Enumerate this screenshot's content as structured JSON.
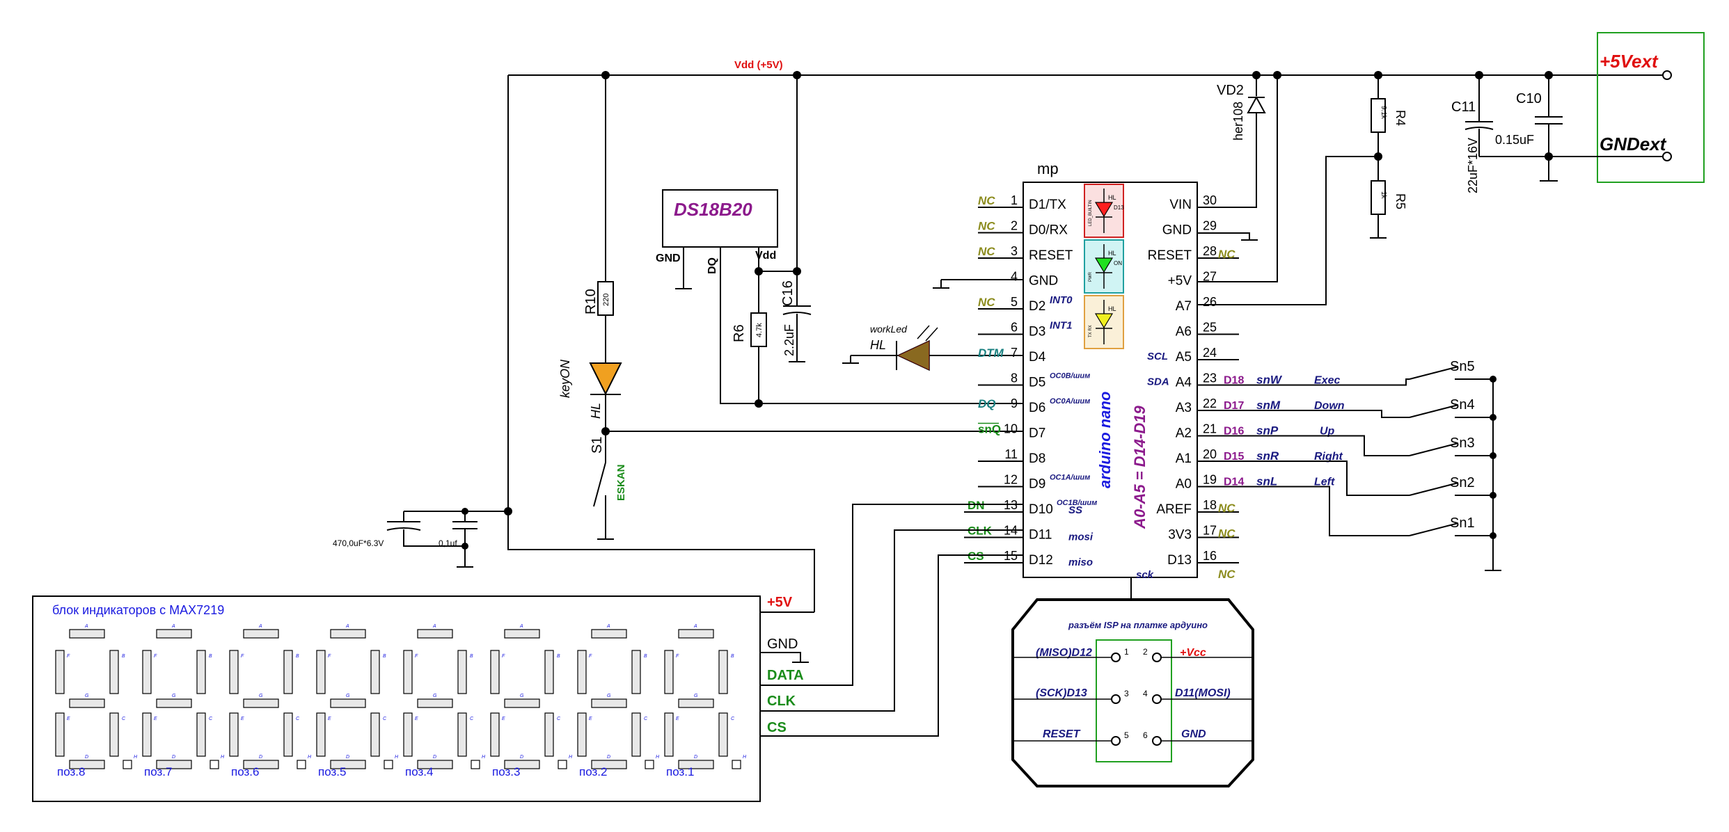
{
  "supply": {
    "vdd_label": "Vdd (+5V)",
    "ext_plus": "+5Vext",
    "ext_gnd": "GNDext"
  },
  "mcu": {
    "title": "mp",
    "name_vertical": "arduino nano",
    "map_vertical": "A0-A5 = D14-D19",
    "left_pins": [
      {
        "num": "1",
        "name": "D1/TX",
        "net": "NC",
        "net_color": "olive",
        "func": ""
      },
      {
        "num": "2",
        "name": "D0/RX",
        "net": "NC",
        "net_color": "olive",
        "func": ""
      },
      {
        "num": "3",
        "name": "RESET",
        "net": "NC",
        "net_color": "olive",
        "func": ""
      },
      {
        "num": "4",
        "name": "GND",
        "net": "",
        "net_color": "",
        "func": ""
      },
      {
        "num": "5",
        "name": "D2",
        "net": "NC",
        "net_color": "olive",
        "func": "INT0"
      },
      {
        "num": "6",
        "name": "D3",
        "net": "",
        "net_color": "",
        "func": "INT1"
      },
      {
        "num": "7",
        "name": "D4",
        "net": "DTM",
        "net_color": "teal",
        "func": ""
      },
      {
        "num": "8",
        "name": "D5",
        "net": "",
        "net_color": "",
        "func": "OC0B/шим"
      },
      {
        "num": "9",
        "name": "D6",
        "net": "DQ",
        "net_color": "teal",
        "func": "OC0A/шим"
      },
      {
        "num": "10",
        "name": "D7",
        "net": "snQ",
        "net_color": "green",
        "func": ""
      },
      {
        "num": "11",
        "name": "D8",
        "net": "",
        "net_color": "",
        "func": ""
      },
      {
        "num": "12",
        "name": "D9",
        "net": "",
        "net_color": "",
        "func": "OC1A/шим"
      },
      {
        "num": "13",
        "name": "D10",
        "net": "DN",
        "net_color": "green",
        "func": "OC1B/шим"
      },
      {
        "num": "14",
        "name": "D11",
        "net": "CLK",
        "net_color": "green",
        "func": "mosi"
      },
      {
        "num": "15",
        "name": "D12",
        "net": "CS",
        "net_color": "green",
        "func": "miso"
      }
    ],
    "d10_extra": "SS",
    "right_pins": [
      {
        "num": "30",
        "name": "VIN",
        "func": "",
        "d": "",
        "sig": "",
        "btn": "",
        "nc": ""
      },
      {
        "num": "29",
        "name": "GND",
        "func": "",
        "d": "",
        "sig": "",
        "btn": "",
        "nc": ""
      },
      {
        "num": "28",
        "name": "RESET",
        "func": "",
        "d": "",
        "sig": "",
        "btn": "",
        "nc": "NC"
      },
      {
        "num": "27",
        "name": "+5V",
        "func": "",
        "d": "",
        "sig": "",
        "btn": "",
        "nc": ""
      },
      {
        "num": "26",
        "name": "A7",
        "func": "",
        "d": "",
        "sig": "",
        "btn": "",
        "nc": ""
      },
      {
        "num": "25",
        "name": "A6",
        "func": "",
        "d": "",
        "sig": "",
        "btn": "",
        "nc": ""
      },
      {
        "num": "24",
        "name": "A5",
        "func": "SCL",
        "d": "",
        "sig": "",
        "btn": "",
        "nc": ""
      },
      {
        "num": "23",
        "name": "A4",
        "func": "SDA",
        "d": "D18",
        "sig": "snW",
        "btn": "Exec",
        "nc": ""
      },
      {
        "num": "22",
        "name": "A3",
        "func": "",
        "d": "D17",
        "sig": "snM",
        "btn": "Down",
        "nc": ""
      },
      {
        "num": "21",
        "name": "A2",
        "func": "",
        "d": "D16",
        "sig": "snP",
        "btn": "Up",
        "nc": ""
      },
      {
        "num": "20",
        "name": "A1",
        "func": "",
        "d": "D15",
        "sig": "snR",
        "btn": "Right",
        "nc": ""
      },
      {
        "num": "19",
        "name": "A0",
        "func": "",
        "d": "D14",
        "sig": "snL",
        "btn": "Left",
        "nc": ""
      },
      {
        "num": "18",
        "name": "AREF",
        "func": "",
        "d": "",
        "sig": "",
        "btn": "",
        "nc": "NC"
      },
      {
        "num": "17",
        "name": "3V3",
        "func": "",
        "d": "",
        "sig": "",
        "btn": "",
        "nc": "NC"
      },
      {
        "num": "16",
        "name": "D13",
        "func": "sck",
        "d": "",
        "sig": "",
        "btn": "",
        "nc": "NC"
      }
    ],
    "onboard_leds": [
      {
        "name": "LED_BUILTIN",
        "color": "#ff2020",
        "bg": "#fbe0e0",
        "border": "#d02020",
        "hl": "HL",
        "tag": "D13"
      },
      {
        "name": "PWR",
        "color": "#20e020",
        "bg": "#d0f4f4",
        "border": "#20a0a0",
        "hl": "HL",
        "tag": "ON"
      },
      {
        "name": "TX RX",
        "color": "#f0f020",
        "bg": "#faf0d8",
        "border": "#e0a040",
        "hl": "HL",
        "tag": ""
      }
    ]
  },
  "parts": {
    "ds18b20": {
      "name": "DS18B20",
      "gnd": "GND",
      "dq": "DQ",
      "vdd": "Vdd"
    },
    "r10": {
      "ref": "R10",
      "value": "220"
    },
    "r6": {
      "ref": "R6",
      "value": "4.7k"
    },
    "r4": {
      "ref": "R4",
      "value": "9.1k"
    },
    "r5": {
      "ref": "R5",
      "value": "1k"
    },
    "c16": {
      "ref": "C16",
      "value": "2.2uF"
    },
    "c11": {
      "ref": "C11",
      "value": "22uF*16V"
    },
    "c10": {
      "ref": "C10",
      "value": "0.15uF"
    },
    "vd2": {
      "ref": "VD2",
      "value": "her108"
    },
    "key_led": {
      "ref": "HL",
      "label": "keyON"
    },
    "work_led": {
      "ref": "HL",
      "label": "workLed"
    },
    "s1": {
      "ref": "S1",
      "label": "ESKAN"
    },
    "cap_big": "470,0uF*6.3V",
    "cap_small": "0,1uf",
    "switches": [
      "Sn5",
      "Sn4",
      "Sn3",
      "Sn2",
      "Sn1"
    ]
  },
  "display": {
    "title": "блок индикаторов с MAX7219",
    "plus": "+5V",
    "gnd": "GND",
    "data": "DATA",
    "clk": "CLK",
    "cs": "CS",
    "positions": [
      "поз.8",
      "поз.7",
      "поз.6",
      "поз.5",
      "поз.4",
      "поз.3",
      "поз.2",
      "поз.1"
    ],
    "segment_letters": [
      "A",
      "F",
      "B",
      "G",
      "E",
      "C",
      "D",
      "H"
    ]
  },
  "isp": {
    "title": "разъём ISP на платке ардуино",
    "l1": "(MISO)D12",
    "l2": "(SCK)D13",
    "l3": "RESET",
    "r1": "+Vcc",
    "r2": "D11(MOSI)",
    "r3": "GND",
    "pins": [
      "1",
      "2",
      "3",
      "4",
      "5",
      "6"
    ]
  }
}
